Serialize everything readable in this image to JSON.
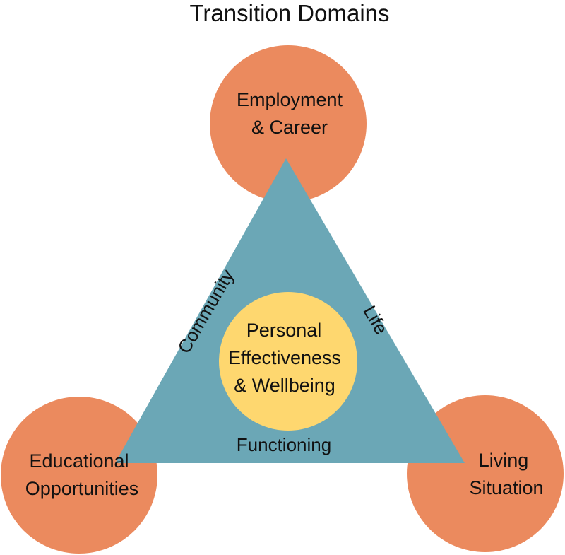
{
  "title": "Transition Domains",
  "colors": {
    "outer_circle": "#EB8A5E",
    "triangle": "#6BA7B6",
    "center_circle": "#FED76F",
    "text": "#111111"
  },
  "nodes": {
    "top": {
      "line1": "Employment",
      "line2": "& Career"
    },
    "bottom_left": {
      "line1": "Educational",
      "line2": "Opportunities"
    },
    "bottom_right": {
      "line1": "Living",
      "line2": "Situation"
    },
    "center": {
      "line1": "Personal",
      "line2": "Effectiveness",
      "line3": "& Wellbeing"
    }
  },
  "edges": {
    "left": "Community",
    "right": "Life",
    "bottom": "Functioning"
  }
}
